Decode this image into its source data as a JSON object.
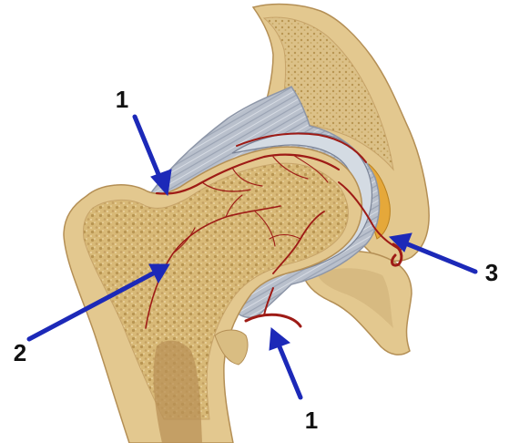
{
  "labels": {
    "upper_left": "1",
    "femoral_neck": "2",
    "ligament_head": "3",
    "lower": "1"
  },
  "colors": {
    "background": "#ffffff",
    "cortical_bone": "#e3c88f",
    "cancellous_bone": "#d8b977",
    "bone_dot": "#b89552",
    "capsule": "#b9c0cc",
    "cartilage": "#d4dbe3",
    "vessel": "#9e1b16",
    "arrow": "#1c29b8",
    "fat_pad": "#e5a83a",
    "text": "#111111"
  },
  "icons": {
    "pointer": "arrow-icon"
  }
}
